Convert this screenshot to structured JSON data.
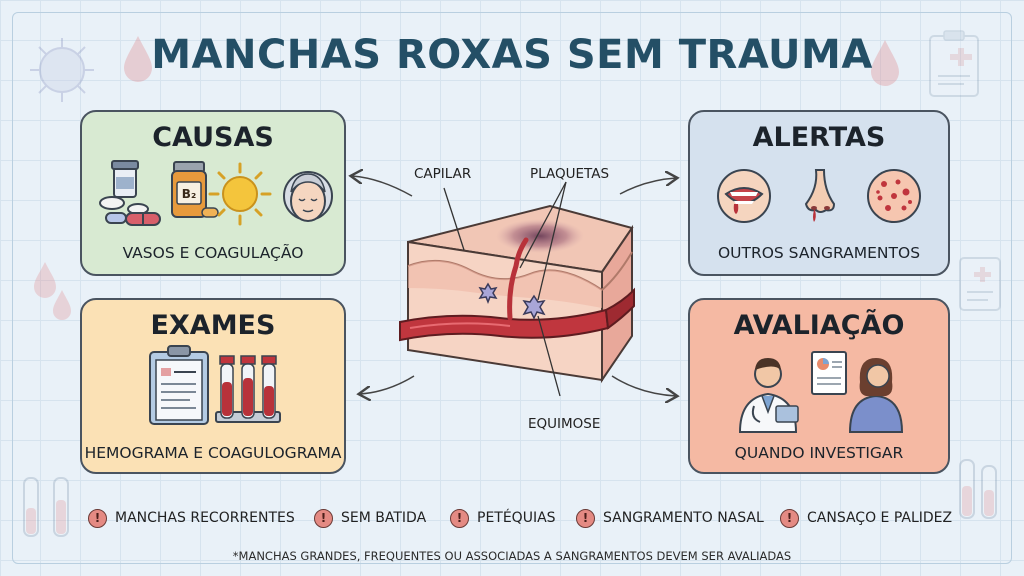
{
  "title": "MANCHAS ROXAS SEM TRAUMA",
  "cards": {
    "causas": {
      "heading": "CAUSAS",
      "caption": "VASOS E COAGULAÇÃO",
      "icons": [
        "pills-icon",
        "vitamin-b-bottle-icon",
        "sun-icon",
        "elderly-face-icon"
      ],
      "bottle_label": "B₂"
    },
    "exames": {
      "heading": "EXAMES",
      "caption": "HEMOGRAMA E COAGULOGRAMA",
      "icons": [
        "clipboard-icon",
        "blood-tubes-icon"
      ]
    },
    "alertas": {
      "heading": "ALERTAS",
      "caption": "OUTROS SANGRAMENTOS",
      "icons": [
        "bleeding-gums-icon",
        "nosebleed-icon",
        "petechiae-skin-icon"
      ]
    },
    "avaliacao": {
      "heading": "AVALIAÇÃO",
      "caption": "QUANDO INVESTIGAR",
      "icons": [
        "doctor-icon",
        "chart-board-icon",
        "patient-icon"
      ]
    }
  },
  "diagram": {
    "labels": {
      "capilar": "CAPILAR",
      "plaquetas": "PLAQUETAS",
      "equimose": "EQUIMOSE"
    }
  },
  "warnings": [
    {
      "text": "MANCHAS RECORRENTES",
      "icon": "alert-icon"
    },
    {
      "text": "SEM BATIDA",
      "icon": "alert-icon"
    },
    {
      "text": "PETÉQUIAS",
      "icon": "alert-icon"
    },
    {
      "text": "SANGRAMENTO NASAL",
      "icon": "alert-icon"
    },
    {
      "text": "CANSAÇO E PALIDEZ",
      "icon": "alert-icon"
    }
  ],
  "warning_glyph": "!",
  "footnote": "*MANCHAS GRANDES, FREQUENTES OU ASSOCIADAS A SANGRAMENTOS DEVEM SER AVALIADAS",
  "colors": {
    "title": "#244f66",
    "causas_bg": "#d8ead2",
    "exames_bg": "#fbe1b5",
    "alertas_bg": "#d5e1ee",
    "avaliacao_bg": "#f5b9a3",
    "blood": "#b8323a"
  }
}
